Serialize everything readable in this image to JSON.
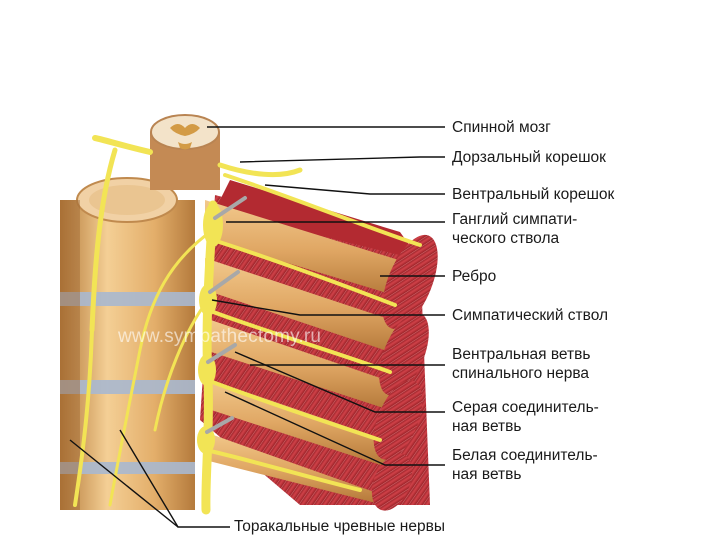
{
  "labels": {
    "spinal_cord": "Спинной мозг",
    "dorsal_root": "Дорзальный корешок",
    "ventral_root": "Вентральный корешок",
    "ganglion": [
      "Ганглий симпати-",
      "ческого ствола"
    ],
    "rib": "Ребро",
    "sympathetic_trunk": "Симпатический ствол",
    "ventral_branch": [
      "Вентральная ветвь",
      "спинального нерва"
    ],
    "gray_ramus": [
      "Серая соединитель-",
      "ная ветвь"
    ],
    "white_ramus": [
      "Белая соединитель-",
      "ная ветвь"
    ],
    "thoracic_splanchnic": "Торакальные чревные нервы"
  },
  "watermark": "www.sympathectomy.ru",
  "colors": {
    "nerve": "#f2e455",
    "bone": "#e8b878",
    "muscle": "#c7333a",
    "disc": "#a9b8cf",
    "leader": "#111111"
  }
}
